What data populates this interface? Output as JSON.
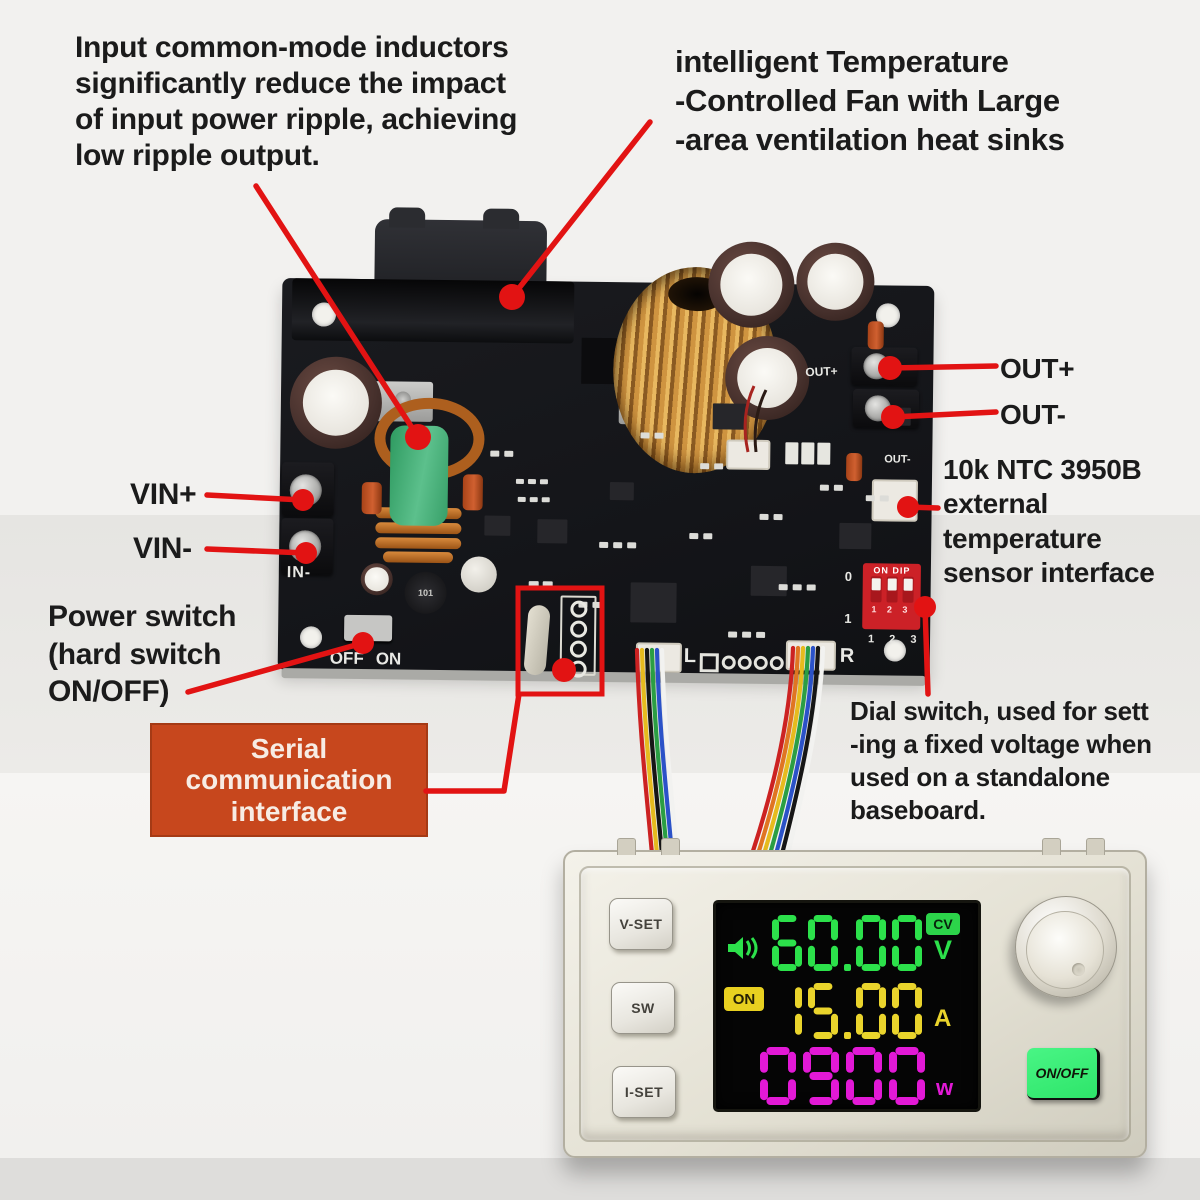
{
  "annotations": {
    "input_inductors": "Input common-mode inductors\nsignificantly reduce the impact\nof input power ripple, achieving\nlow ripple output.",
    "fan": "intelligent Temperature\n-Controlled Fan with Large\n-area ventilation heat sinks",
    "vin_plus": "VIN+",
    "vin_minus": "VIN-",
    "out_plus": "OUT+",
    "out_minus": "OUT-",
    "ntc": "10k NTC 3950B\nexternal\ntemperature\nsensor interface",
    "power_switch": "Power switch\n(hard switch\nON/OFF)",
    "serial": "Serial\ncommunication\ninterface",
    "dial": "Dial switch, used for sett\n-ing a fixed voltage when\nused on a standalone\nbaseboard."
  },
  "pcb": {
    "silkscreen": {
      "in_minus": "IN-",
      "off": "OFF",
      "on": "ON",
      "left_conn": "L",
      "right_conn": "R",
      "out_plus": "OUT+",
      "out_minus": "OUT-",
      "inductor_code": "101"
    },
    "dip_switch": {
      "header": "ON DIP",
      "positions": "1 2 3",
      "silk_numbers": "1 2 3",
      "silk_zero": "0",
      "silk_one": "1"
    }
  },
  "display": {
    "buttons": {
      "v_set": "V-SET",
      "sw": "SW",
      "i_set": "I-SET",
      "on_off": "ON/OFF"
    },
    "lcd": {
      "voltage": {
        "value": "60.00",
        "unit": "V",
        "mode_badge": "CV",
        "color": "#2ce14b"
      },
      "current": {
        "value": "15.00",
        "unit": "A",
        "state_badge": "ON",
        "color": "#ead42c"
      },
      "power": {
        "value": "0900",
        "unit": "w",
        "color": "#e219d6"
      }
    }
  },
  "colors": {
    "leader": "#e21313",
    "serial_box": "#c7471d",
    "dip_body": "#cc2127",
    "pcb": "#17181b",
    "panel": "#e9e6da",
    "on_off_button": "#2ee56a",
    "lcd_green": "#2ce14b",
    "lcd_yellow": "#ead42c",
    "lcd_magenta": "#e219d6"
  }
}
